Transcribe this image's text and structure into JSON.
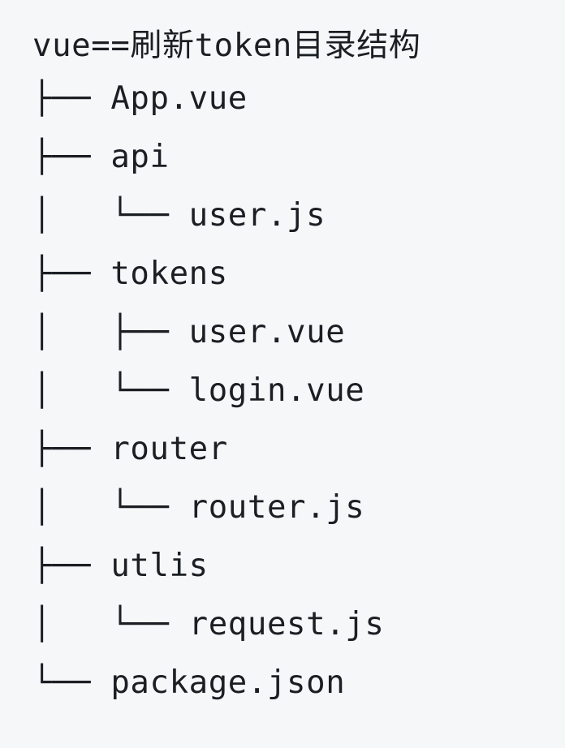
{
  "title": "vue==刷新token目录结构",
  "tree": [
    {
      "prefix": "├── ",
      "name": "App.vue"
    },
    {
      "prefix": "├── ",
      "name": "api"
    },
    {
      "prefix": "│   └── ",
      "name": "user.js"
    },
    {
      "prefix": "├── ",
      "name": "tokens"
    },
    {
      "prefix": "│   ├── ",
      "name": "user.vue"
    },
    {
      "prefix": "│   └── ",
      "name": "login.vue"
    },
    {
      "prefix": "├── ",
      "name": "router"
    },
    {
      "prefix": "│   └── ",
      "name": "router.js"
    },
    {
      "prefix": "├── ",
      "name": "utlis"
    },
    {
      "prefix": "│   └── ",
      "name": "request.js"
    },
    {
      "prefix": "└── ",
      "name": "package.json"
    }
  ]
}
